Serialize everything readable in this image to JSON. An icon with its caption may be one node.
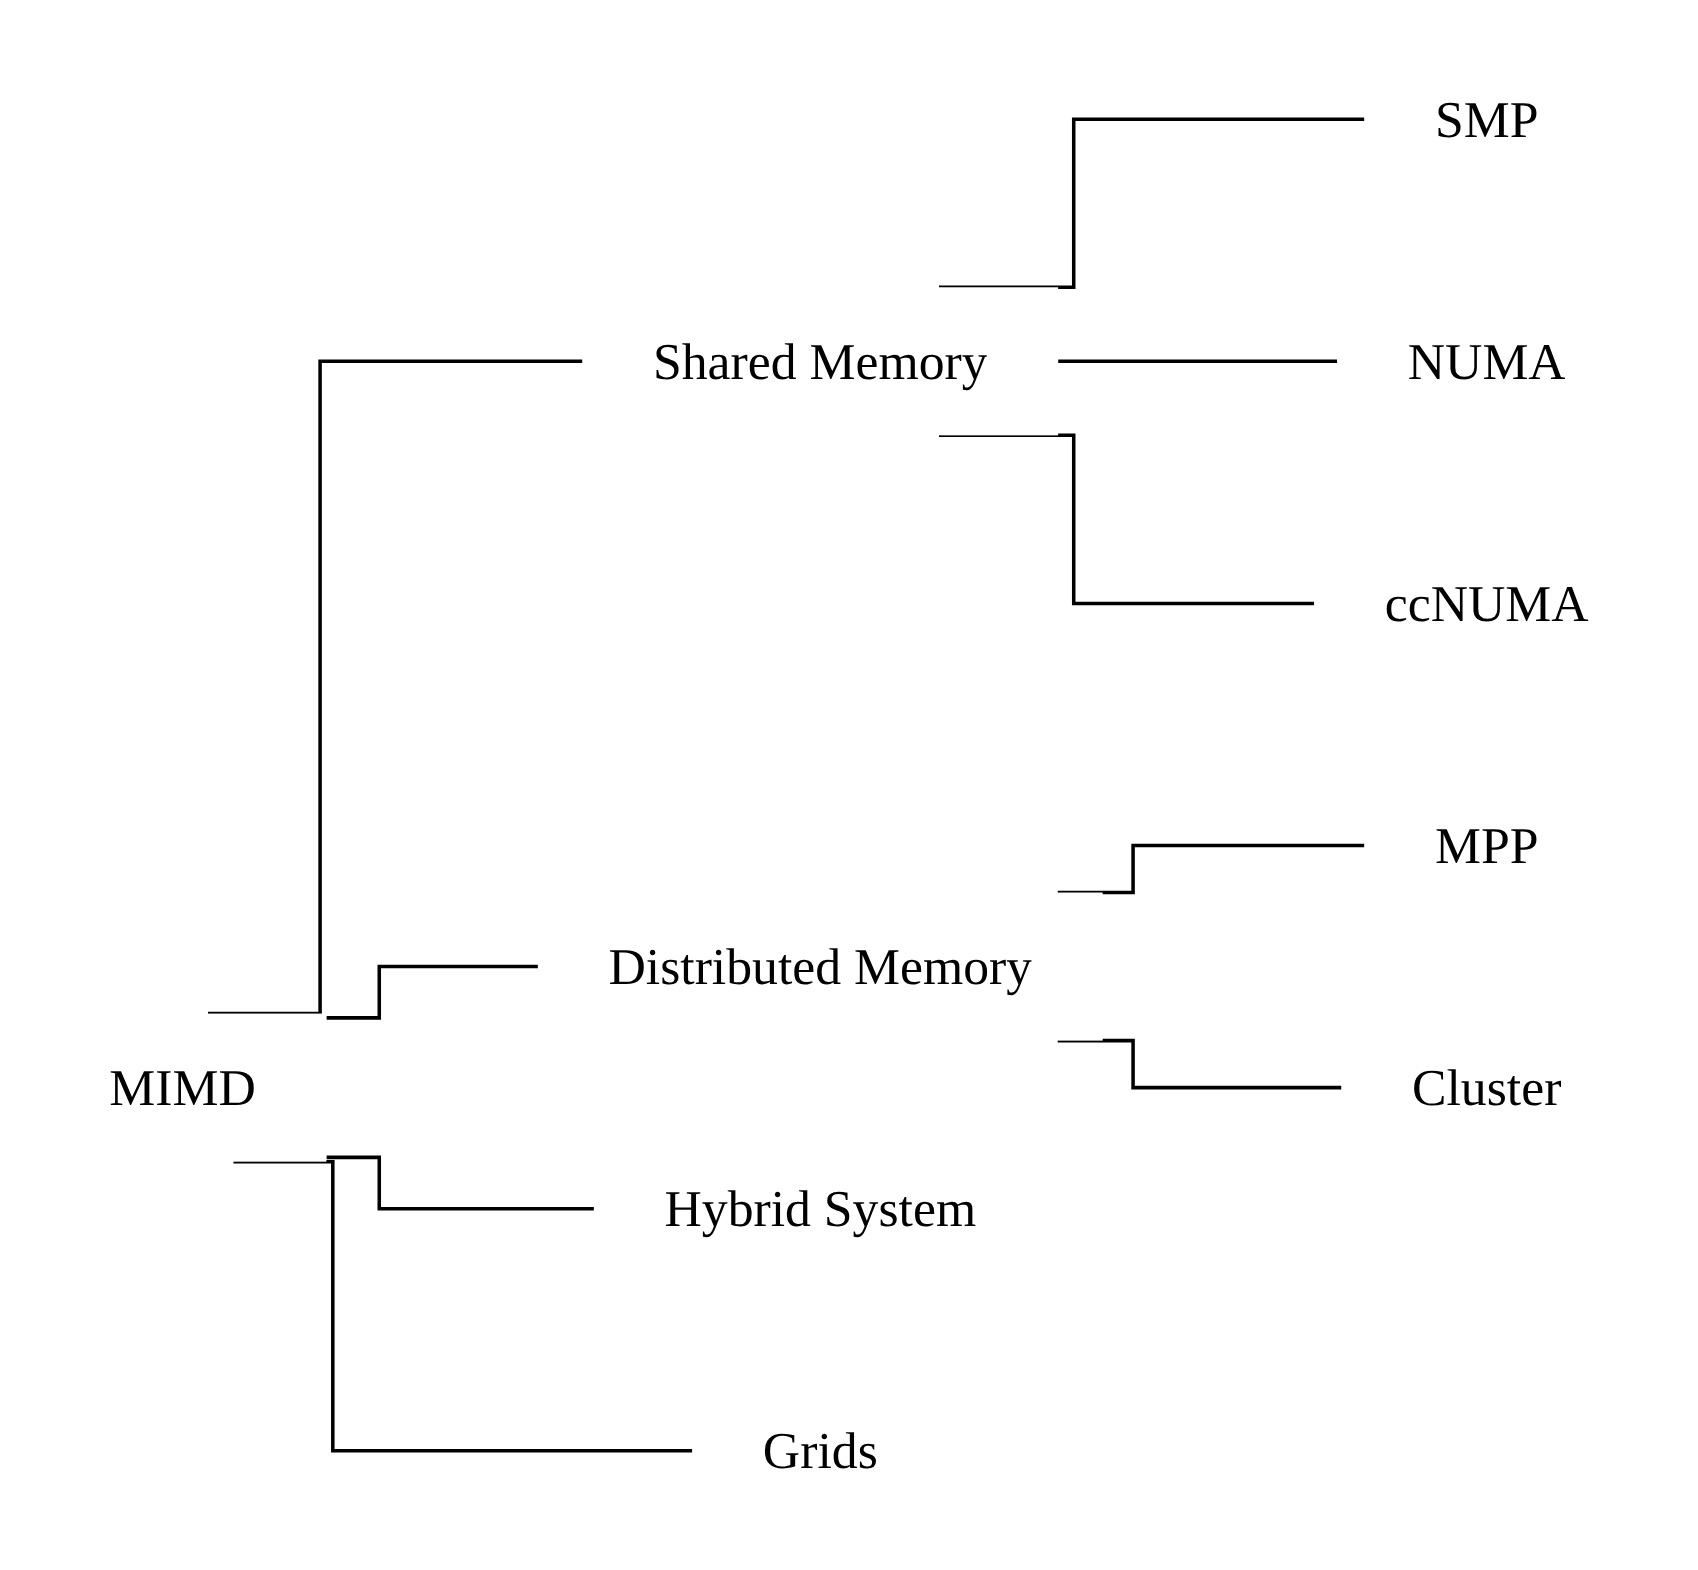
{
  "diagram": {
    "nodes": [
      {
        "text": [
          "MIMD"
        ]
      },
      {
        "text": [
          "Shared Memory"
        ]
      },
      {
        "text": [
          "Distributed Memory"
        ]
      },
      {
        "text": [
          "Hybrid System"
        ]
      },
      {
        "text": [
          "Grids"
        ]
      },
      {
        "text": [
          "SMP"
        ]
      },
      {
        "text": [
          "NUMA"
        ]
      },
      {
        "text": [
          "ccNUMA"
        ]
      },
      {
        "text": [
          "MPP"
        ]
      },
      {
        "text": [
          "Cluster"
        ]
      }
    ],
    "edges": [
      {
        "from": 0,
        "to": 1,
        "arrow": "none"
      },
      {
        "from": 0,
        "to": 2,
        "arrow": "none"
      },
      {
        "from": 0,
        "to": 3,
        "arrow": "none"
      },
      {
        "from": 0,
        "to": 4,
        "arrow": "none"
      },
      {
        "from": 1,
        "to": 5,
        "arrow": "none"
      },
      {
        "from": 1,
        "to": 6,
        "arrow": "none"
      },
      {
        "from": 1,
        "to": 7,
        "arrow": "none"
      },
      {
        "from": 2,
        "to": 8,
        "arrow": "none"
      },
      {
        "from": 2,
        "to": 9,
        "arrow": "none"
      }
    ]
  }
}
